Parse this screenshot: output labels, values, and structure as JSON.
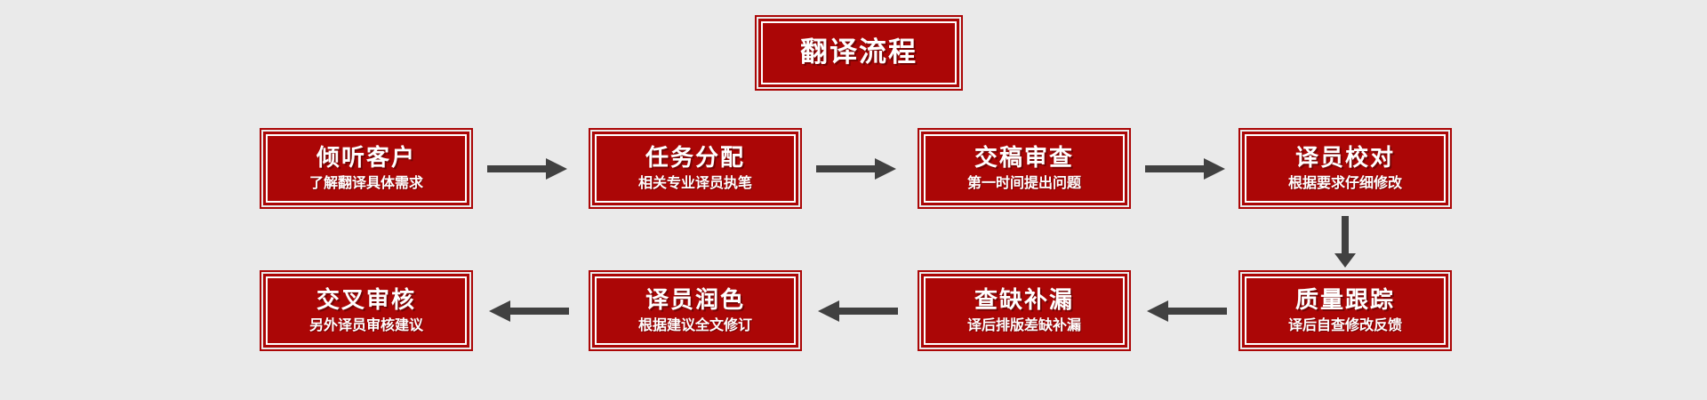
{
  "diagram": {
    "background_color": "#eaeaea",
    "box_color": "#ab0606",
    "box_border_color": "#ab0606",
    "box_text_color": "#ffffff",
    "arrow_color": "#414141",
    "heading": {
      "label": "翻译流程"
    },
    "steps": [
      {
        "id": "step-1",
        "title": "倾听客户",
        "subtitle": "了解翻译具体需求"
      },
      {
        "id": "step-2",
        "title": "任务分配",
        "subtitle": "相关专业译员执笔"
      },
      {
        "id": "step-3",
        "title": "交稿审查",
        "subtitle": "第一时间提出问题"
      },
      {
        "id": "step-4",
        "title": "译员校对",
        "subtitle": "根据要求仔细修改"
      },
      {
        "id": "step-5",
        "title": "质量跟踪",
        "subtitle": "译后自查修改反馈"
      },
      {
        "id": "step-6",
        "title": "查缺补漏",
        "subtitle": "译后排版差缺补漏"
      },
      {
        "id": "step-7",
        "title": "译员润色",
        "subtitle": "根据建议全文修订"
      },
      {
        "id": "step-8",
        "title": "交叉审核",
        "subtitle": "另外译员审核建议"
      }
    ],
    "connectors": [
      {
        "id": "arrow-r1",
        "direction": "right",
        "from": "step-1",
        "to": "step-2"
      },
      {
        "id": "arrow-r2",
        "direction": "right",
        "from": "step-2",
        "to": "step-3"
      },
      {
        "id": "arrow-r3",
        "direction": "right",
        "from": "step-3",
        "to": "step-4"
      },
      {
        "id": "arrow-down",
        "direction": "down",
        "from": "step-4",
        "to": "step-5"
      },
      {
        "id": "arrow-l1",
        "direction": "left",
        "from": "step-5",
        "to": "step-6"
      },
      {
        "id": "arrow-l2",
        "direction": "left",
        "from": "step-6",
        "to": "step-7"
      },
      {
        "id": "arrow-l3",
        "direction": "left",
        "from": "step-7",
        "to": "step-8"
      }
    ]
  }
}
